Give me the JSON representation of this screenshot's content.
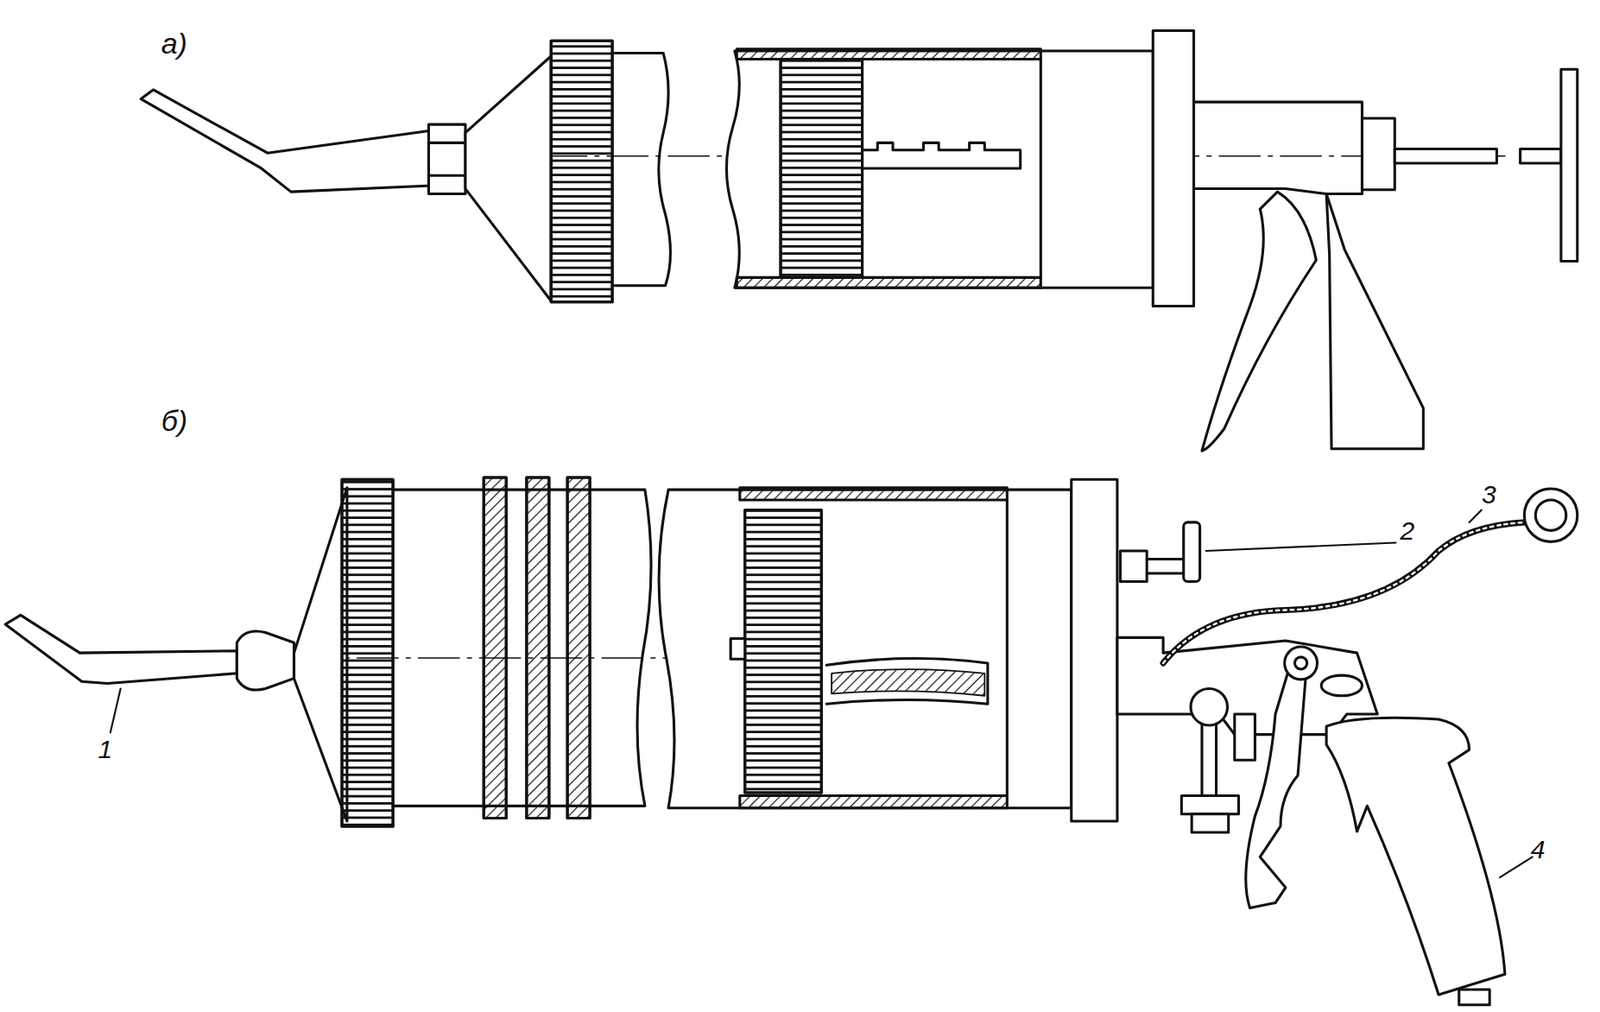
{
  "diagram": {
    "labels": [
      "а)",
      "б)",
      "1",
      "2",
      "3",
      "4"
    ]
  }
}
